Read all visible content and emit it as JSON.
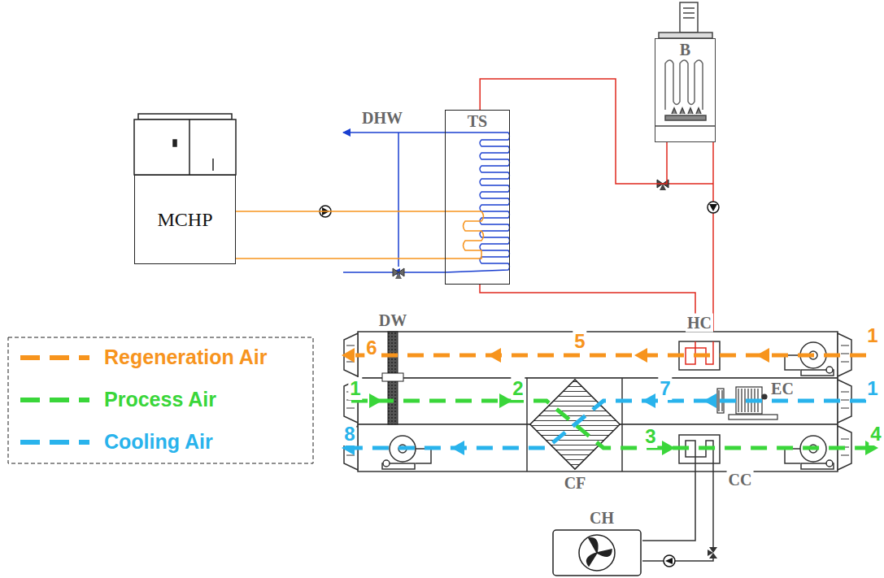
{
  "diagram": {
    "nodes": [
      {
        "text": [
          "MCHP"
        ]
      },
      {
        "text": [
          "TS"
        ]
      },
      {
        "text": [
          "B"
        ]
      }
    ],
    "edges": [
      {
        "from": 0,
        "to": 1,
        "arrow": "none"
      },
      {
        "from": 0,
        "to": 1,
        "arrow": "none"
      },
      {
        "from": 1,
        "to": 2,
        "arrow": "none"
      }
    ],
    "labels": [
      "DHW",
      "DW",
      "HC",
      "6",
      "5",
      "1",
      "1",
      "2",
      "7",
      "EC",
      "1",
      "8",
      "CF",
      "3",
      "CC",
      "4",
      "CH"
    ],
    "legend": [
      {
        "text": "Regeneration Air",
        "color": "#f7941d"
      },
      {
        "text": "Process Air",
        "color": "#3ad63a"
      },
      {
        "text": "Cooling Air",
        "color": "#29b3ec"
      }
    ]
  }
}
